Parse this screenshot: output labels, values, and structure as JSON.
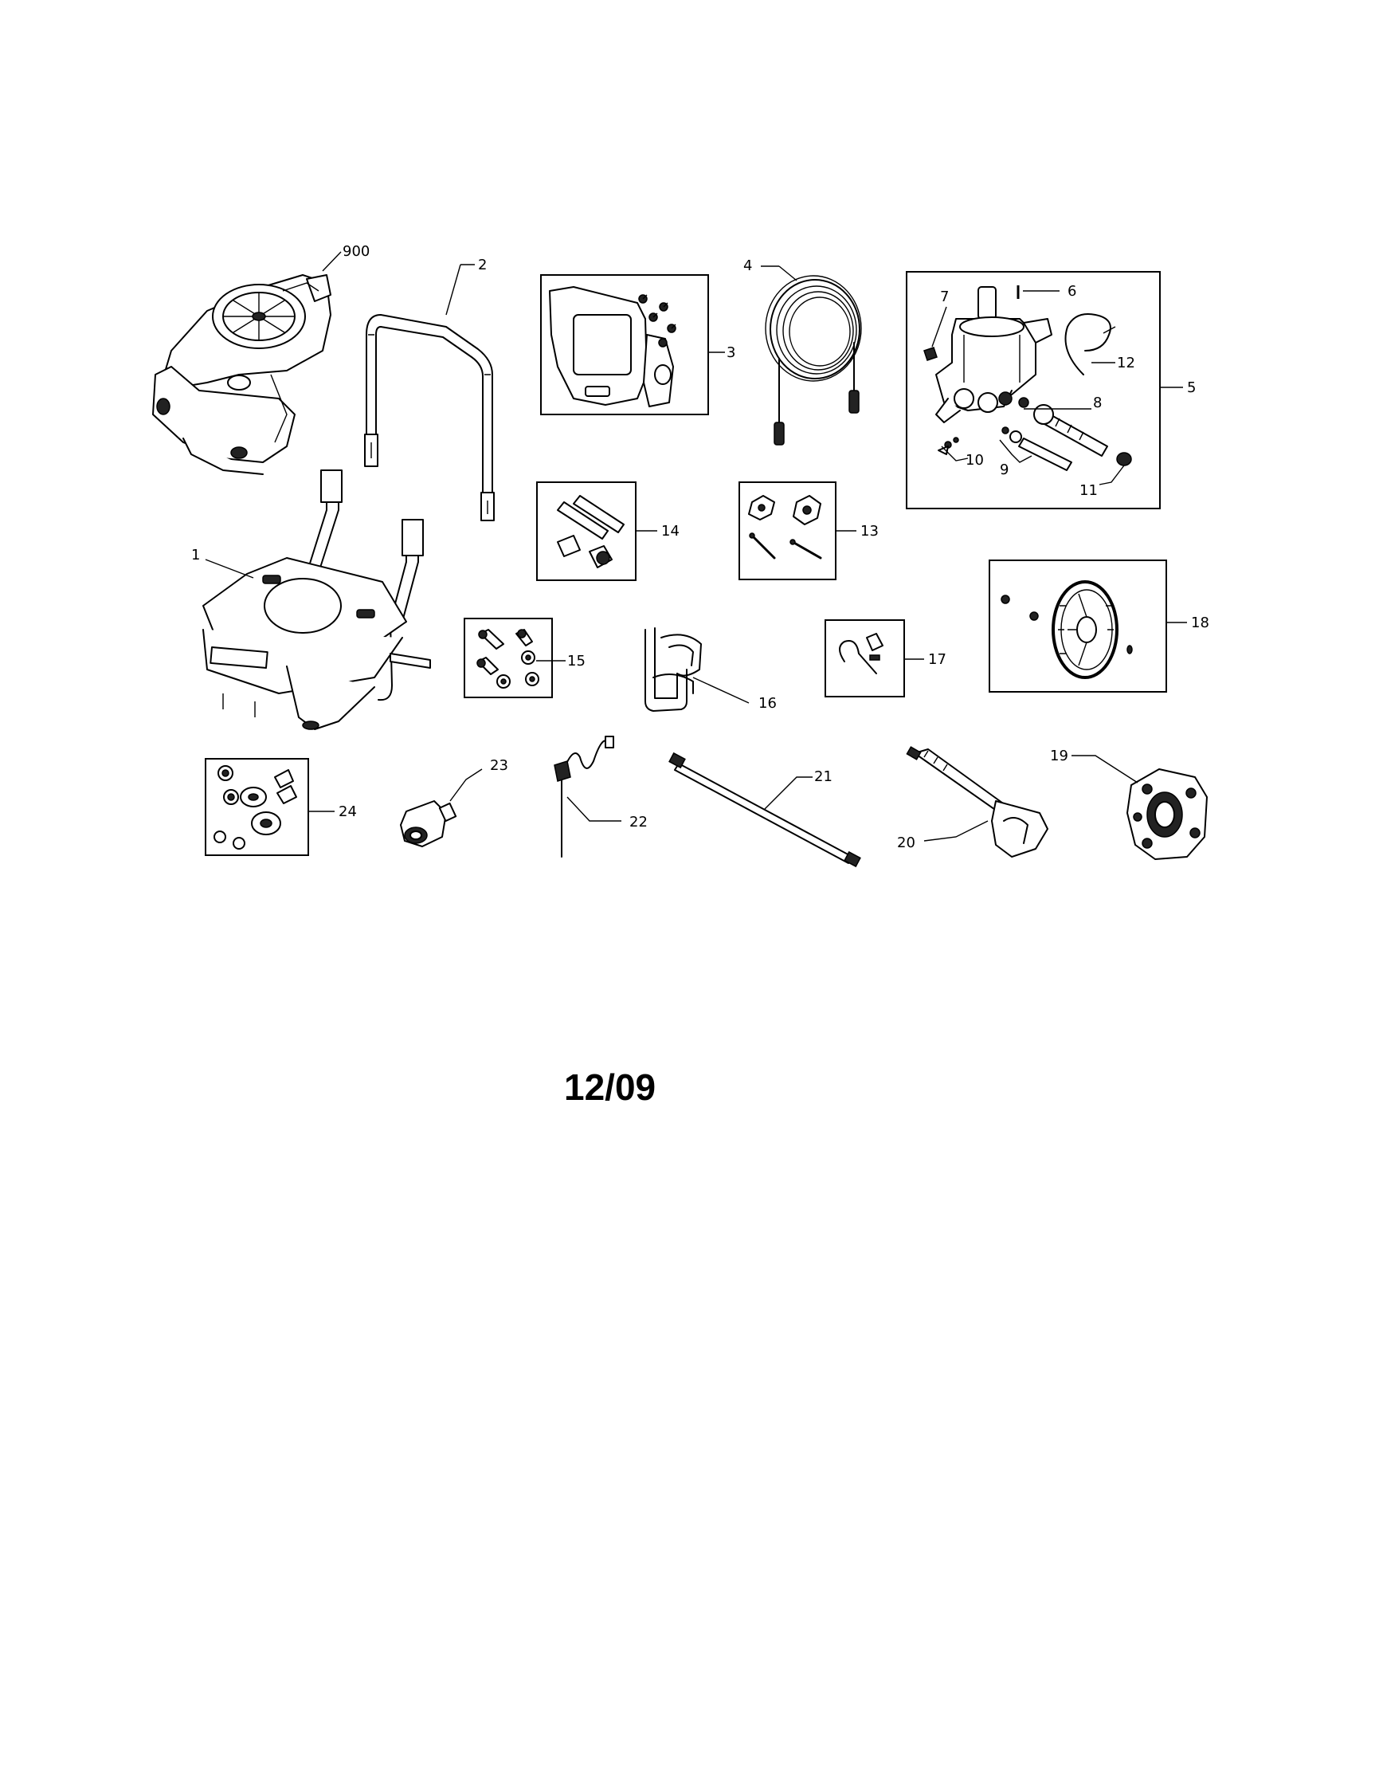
{
  "callouts": {
    "c900": "900",
    "c2": "2",
    "c3": "3",
    "c4": "4",
    "c5": "5",
    "c6": "6",
    "c7": "7",
    "c8": "8",
    "c9": "9",
    "c10": "10",
    "c11": "11",
    "c12": "12",
    "c1": "1",
    "c13": "13",
    "c14": "14",
    "c15": "15",
    "c16": "16",
    "c17": "17",
    "c18": "18",
    "c19": "19",
    "c20": "20",
    "c21": "21",
    "c22": "22",
    "c23": "23",
    "c24": "24"
  },
  "footer": {
    "date": "12/09"
  }
}
